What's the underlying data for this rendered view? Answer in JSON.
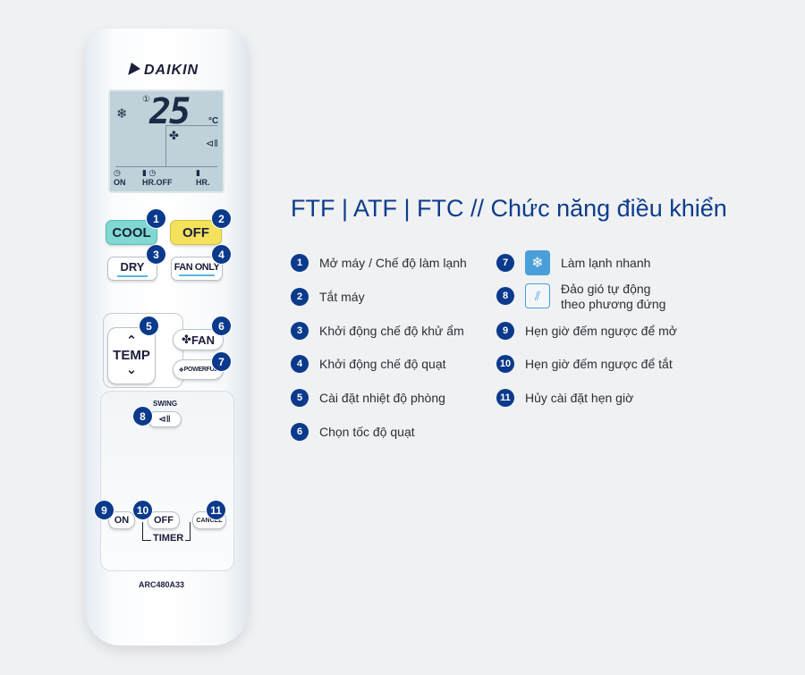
{
  "remote": {
    "brand": "DAIKIN",
    "lcd": {
      "temperature": "25",
      "unit": "°C",
      "on_label": "ON",
      "hr_off_label": "HR.OFF",
      "hr_label": "HR."
    },
    "buttons": {
      "cool": "COOL",
      "off": "OFF",
      "dry": "DRY",
      "fan_only": "FAN ONLY",
      "temp": "TEMP",
      "fan": "FAN",
      "powerful": "POWERFUL",
      "swing": "SWING",
      "timer_on": "ON",
      "timer_off": "OFF",
      "timer_cancel": "CANCEL",
      "timer": "TIMER"
    },
    "model": "ARC480A33",
    "callouts": [
      "1",
      "2",
      "3",
      "4",
      "5",
      "6",
      "7",
      "8",
      "9",
      "10",
      "11"
    ]
  },
  "title": "FTF | ATF | FTC  //  Chức năng điều khiển",
  "legend": [
    {
      "num": "1",
      "text": "Mở máy / Chế độ làm lạnh"
    },
    {
      "num": "2",
      "text": "Tắt máy"
    },
    {
      "num": "3",
      "text": "Khởi động chế độ khử ẩm"
    },
    {
      "num": "4",
      "text": "Khởi động chế độ quạt"
    },
    {
      "num": "5",
      "text": "Cài đặt nhiệt độ phòng"
    },
    {
      "num": "6",
      "text": "Chọn tốc độ quạt"
    },
    {
      "num": "7",
      "text": "Làm lạnh nhanh",
      "icon": "powerful-cooling-icon"
    },
    {
      "num": "8",
      "text_line1": "Đảo gió tự động",
      "text_line2": "theo phương đứng",
      "icon": "vertical-swing-icon"
    },
    {
      "num": "9",
      "text": "Hẹn giờ đếm ngược để mở"
    },
    {
      "num": "10",
      "text": "Hẹn giờ đếm ngược để tắt"
    },
    {
      "num": "11",
      "text": "Hủy cài đặt hẹn giờ"
    }
  ],
  "colors": {
    "background": "#f0f1f3",
    "accent": "#0b3a8c",
    "cool_button": "#7fd9d2",
    "off_button": "#f4e25c",
    "lcd": "#bfd2d9"
  }
}
